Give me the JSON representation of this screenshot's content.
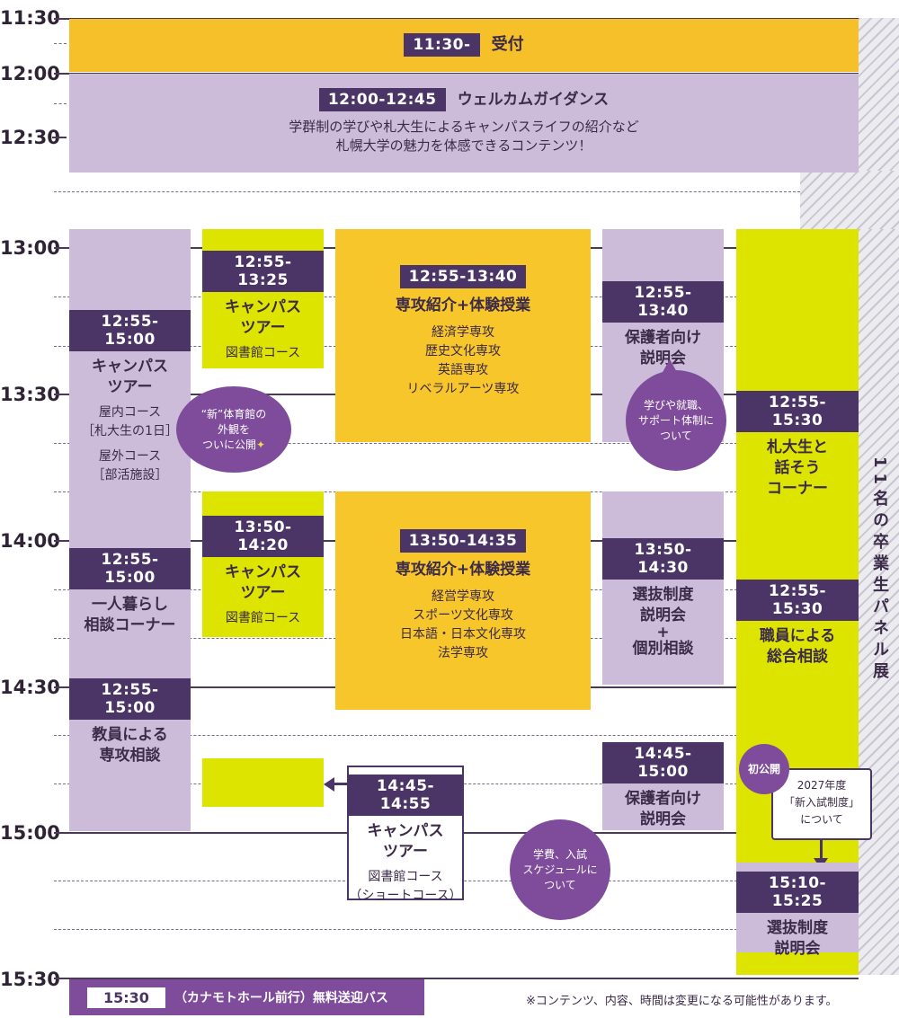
{
  "times": {
    "t1130": "11:30",
    "t1200": "12:00",
    "t1230": "12:30",
    "t1300": "13:00",
    "t1330": "13:30",
    "t1400": "14:00",
    "t1430": "14:30",
    "t1500": "15:00",
    "t1530": "15:30"
  },
  "reception": {
    "time": "11:30-",
    "label": "受付"
  },
  "welcome": {
    "time": "12:00-12:45",
    "title": "ウェルカムガイダンス",
    "line1": "学群制の学びや札大生によるキャンパスライフの紹介など",
    "line2": "札幌大学の魅力を体感できるコンテンツ！"
  },
  "col1": {
    "tour_time": "12:55-15:00",
    "tour_title1": "キャンパス",
    "tour_title2": "ツアー",
    "tour_in": "屋内コース",
    "tour_in_sub": "［札大生の1日］",
    "tour_out": "屋外コース",
    "tour_out_sub": "［部活施設］",
    "life_time": "12:55-15:00",
    "life_title1": "一人暮らし",
    "life_title2": "相談コーナー",
    "faculty_time": "12:55-15:00",
    "faculty_title1": "教員による",
    "faculty_title2": "専攻相談"
  },
  "bubble_gym": {
    "l1": "“新”体育館の",
    "l2": "外観を",
    "l3": "ついに公開"
  },
  "col2": {
    "t1_time": "12:55-13:25",
    "t1_title1": "キャンパス",
    "t1_title2": "ツアー",
    "t1_sub": "図書館コース",
    "t2_time": "13:50-14:20",
    "t2_title1": "キャンパス",
    "t2_title2": "ツアー",
    "t2_sub": "図書館コース"
  },
  "short_tour": {
    "time": "14:45-14:55",
    "title1": "キャンパス",
    "title2": "ツアー",
    "sub1": "図書館コース",
    "sub2": "（ショートコース）"
  },
  "col3": {
    "a_time": "12:55-13:40",
    "a_title": "専攻紹介+体験授業",
    "a_items": [
      "経済学専攻",
      "歴史文化専攻",
      "英語専攻",
      "リベラルアーツ専攻"
    ],
    "b_time": "13:50-14:35",
    "b_title": "専攻紹介+体験授業",
    "b_items": [
      "経営学専攻",
      "スポーツ文化専攻",
      "日本語・日本文化専攻",
      "法学専攻"
    ]
  },
  "col4": {
    "a_time": "12:55-13:40",
    "a_title1": "保護者向け",
    "a_title2": "説明会",
    "b_time": "13:50-14:30",
    "b_title1": "選抜制度",
    "b_title2": "説明会",
    "b_title3": "+",
    "b_title4": "個別相談",
    "c_time": "14:45-15:00",
    "c_title1": "保護者向け",
    "c_title2": "説明会"
  },
  "bubble_support": {
    "l1": "学びや就職、",
    "l2": "サポート体制に",
    "l3": "ついて"
  },
  "bubble_fee": {
    "l1": "学費、入試",
    "l2": "スケジュールに",
    "l3": "ついて"
  },
  "col5": {
    "a_time": "12:55-15:30",
    "a_title1": "札大生と",
    "a_title2": "話そう",
    "a_title3": "コーナー",
    "b_time": "12:55-15:30",
    "b_title1": "職員による",
    "b_title2": "総合相談",
    "first": "初公開",
    "new_l1": "2027年度",
    "new_l2": "「新入試制度」",
    "new_l3": "について",
    "c_time": "15:10-15:25",
    "c_title1": "選抜制度",
    "c_title2": "説明会"
  },
  "panel": {
    "label": "11名の卒業生パネル展"
  },
  "bus": {
    "time": "15:30",
    "label": "（カナモトホール前行）無料送迎バス"
  },
  "note": "※コンテンツ、内容、時間は変更になる可能性があります。",
  "colors": {
    "dark": "#4b3566",
    "yellow": "#f6c02a",
    "lime": "#dde400",
    "lavender": "#cdbcd9",
    "bubble": "#7e4c9b"
  }
}
